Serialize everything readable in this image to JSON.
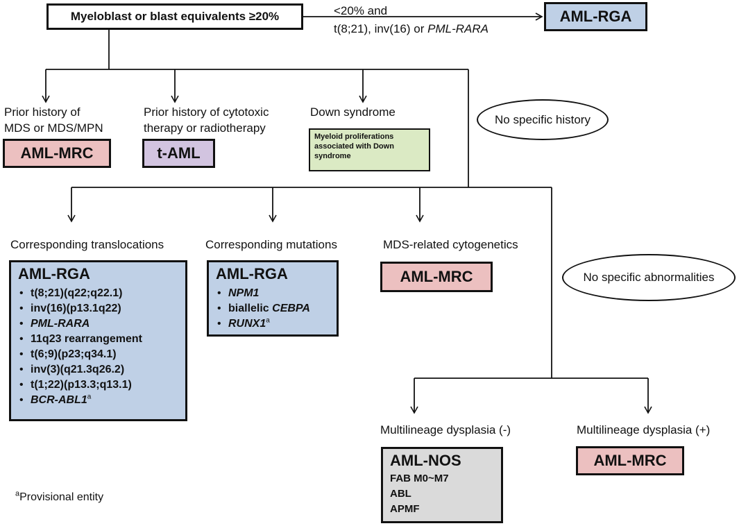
{
  "colors": {
    "rga": "#bfd0e6",
    "mrc": "#ecc0c0",
    "tAML": "#d2c4e0",
    "down": "#dbeac4",
    "nos": "#dadada"
  },
  "root": {
    "label": "Myeloblast or blast equivalents ≥20%"
  },
  "shortcut": {
    "line1": "<20% and",
    "line2_prefix": "t(8;21), inv(16) or ",
    "line2_italic": "PML-RARA",
    "box": "AML-RGA"
  },
  "history": {
    "prior_mds": {
      "line1": "Prior history of",
      "line2": "MDS or MDS/MPN",
      "box": "AML-MRC"
    },
    "prior_therapy": {
      "line1": "Prior history of cytotoxic",
      "line2": "therapy or radiotherapy",
      "box": "t-AML"
    },
    "down": {
      "label": "Down syndrome",
      "box": "Myeloid proliferations associated with Down syndrome"
    },
    "none": {
      "label": "No specific history"
    }
  },
  "genetics": {
    "translocations": {
      "label": "Corresponding translocations",
      "box_title": "AML-RGA",
      "items": [
        "t(8;21)(q22;q22.1)",
        "inv(16)(p13.1q22)",
        "PML-RARA",
        "11q23 rearrangement",
        "t(6;9)(p23;q34.1)",
        "inv(3)(q21.3q26.2)",
        "t(1;22)(p13.3;q13.1)",
        "BCR-ABL1"
      ],
      "item_footnote": "a"
    },
    "mutations": {
      "label": "Corresponding mutations",
      "box_title": "AML-RGA",
      "item1": "NPM1",
      "item2_prefix": "biallelic ",
      "item2_italic": "CEBPA",
      "item3": "RUNX1",
      "item_footnote": "a"
    },
    "mds_cyto": {
      "label": "MDS-related cytogenetics",
      "box": "AML-MRC"
    },
    "none": {
      "label": "No specific abnormalities"
    }
  },
  "dysplasia": {
    "negative": {
      "label": "Multilineage dysplasia (-)",
      "box_title": "AML-NOS",
      "lines": [
        "FAB M0~M7",
        "ABL",
        "APMF"
      ]
    },
    "positive": {
      "label": "Multilineage dysplasia (+)",
      "box": "AML-MRC"
    }
  },
  "footnote": {
    "marker": "a",
    "text": "Provisional entity"
  }
}
